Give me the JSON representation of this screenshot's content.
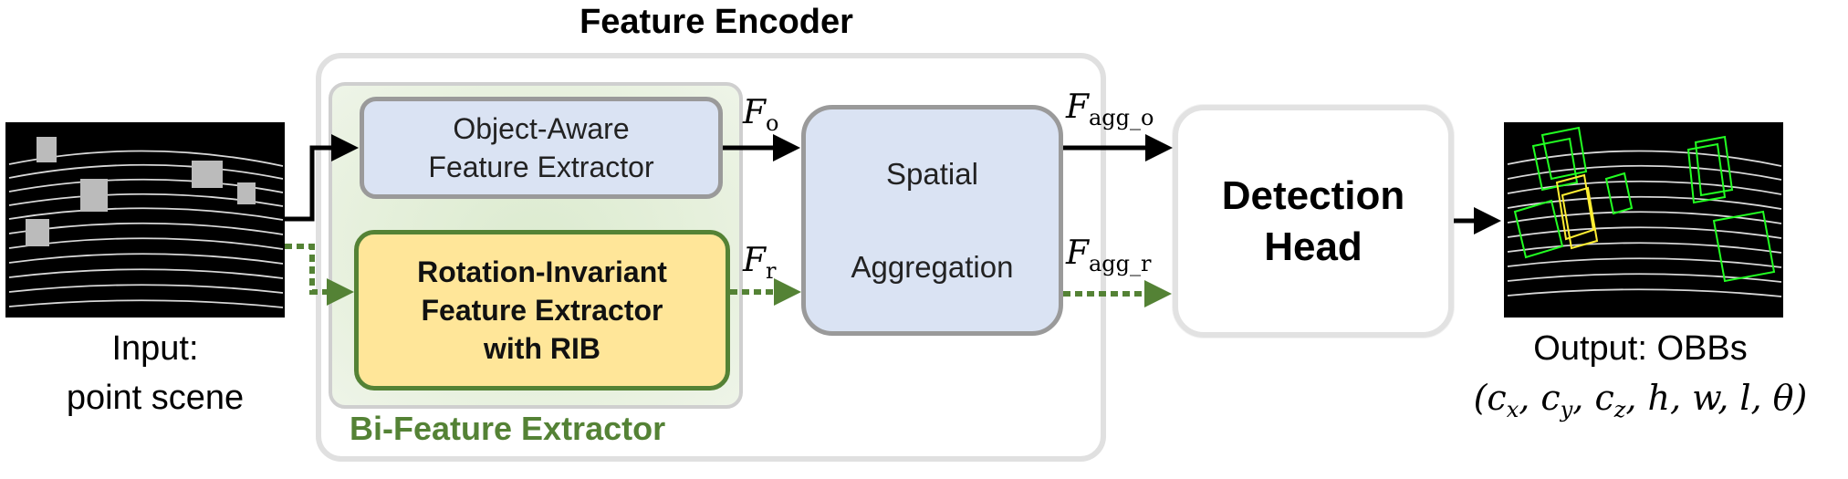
{
  "title": "Feature Encoder",
  "input": {
    "caption_line1": "Input:",
    "caption_line2": "point scene"
  },
  "bi_feature": {
    "label": "Bi-Feature Extractor"
  },
  "object_aware": {
    "line1": "Object-Aware",
    "line2": "Feature Extractor"
  },
  "rotation_invariant": {
    "line1": "Rotation-Invariant",
    "line2": "Feature Extractor",
    "line3": "with RIB"
  },
  "spatial": {
    "line1": "Spatial",
    "line2": "Aggregation"
  },
  "detection": {
    "line1": "Detection",
    "line2": "Head"
  },
  "labels": {
    "f_o_main": "F",
    "f_o_sub": "o",
    "f_r_main": "F",
    "f_r_sub": "r",
    "fagg_o_main": "F",
    "fagg_o_sub": "agg_o",
    "fagg_r_main": "F",
    "fagg_r_sub": "agg_r"
  },
  "output": {
    "caption_line1": "Output: OBBs",
    "formula": "(c_x, c_y, c_z, h, w, l, θ)"
  },
  "colors": {
    "green": "#548235",
    "blue_fill": "#dae3f3",
    "yellow_fill": "#ffe699",
    "gray_border": "#9a9a9a"
  }
}
